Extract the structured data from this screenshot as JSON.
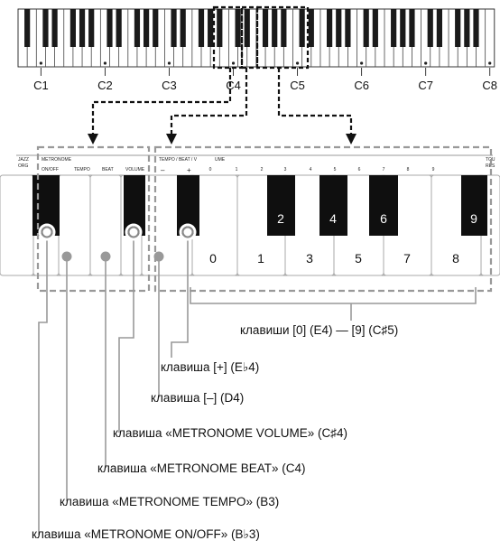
{
  "keyboard": {
    "octave_labels": [
      "C1",
      "C2",
      "C3",
      "C4",
      "C5",
      "C6",
      "C7",
      "C8"
    ]
  },
  "panel": {
    "side_left": [
      "JAZZ",
      "ORG"
    ],
    "side_right": [
      "TOU",
      "RES"
    ],
    "metronome_group": "METRONOME",
    "metronome_keys": [
      "ON/OFF",
      "TEMPO",
      "BEAT",
      "VOLUME"
    ],
    "tempo_group": "TEMPO / BEAT / V",
    "minus": "–",
    "plus": "+",
    "vol_fragment": "UME",
    "numeric_top": [
      "0",
      "1",
      "2",
      "3",
      "4",
      "5",
      "6",
      "7",
      "8",
      "9"
    ],
    "black_key_digits": [
      "2",
      "4",
      "6",
      "9"
    ],
    "white_key_digits": [
      "0",
      "1",
      "3",
      "5",
      "7",
      "8"
    ]
  },
  "callouts": {
    "numeric_keys": "клавиши [0] (E4) — [9] (C♯5)",
    "plus_key": "клавиша [+] (E♭4)",
    "minus_key": "клавиша [–] (D4)",
    "volume_key": "клавиша «METRONOME VOLUME» (C♯4)",
    "beat_key": "клавиша «METRONOME BEAT» (C4)",
    "tempo_key": "клавиша «METRONOME TEMPO» (B3)",
    "onoff_key": "клавиша «METRONOME ON/OFF» (B♭3)"
  }
}
